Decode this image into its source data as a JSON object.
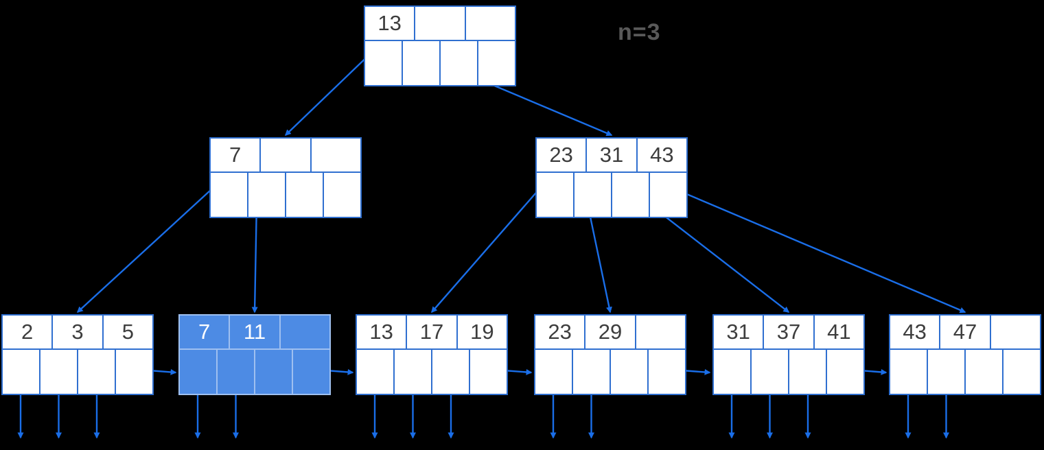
{
  "diagram": {
    "label": "n=3",
    "colors": {
      "background": "#000000",
      "node_fill": "#ffffff",
      "border": "#2f6fd0",
      "highlight": "#4d8be4",
      "arrow": "#1a6ee8",
      "key_text": "#3d3d3d",
      "highlight_text": "#ffffff",
      "label_text": "#595959"
    },
    "nodes": [
      {
        "id": "root",
        "keys": [
          "13",
          "",
          ""
        ],
        "highlight": false,
        "leaf": false
      },
      {
        "id": "internal-left",
        "keys": [
          "7",
          "",
          ""
        ],
        "highlight": false,
        "leaf": false
      },
      {
        "id": "internal-right",
        "keys": [
          "23",
          "31",
          "43"
        ],
        "highlight": false,
        "leaf": false
      },
      {
        "id": "leaf-1",
        "keys": [
          "2",
          "3",
          "5"
        ],
        "highlight": false,
        "leaf": true
      },
      {
        "id": "leaf-2",
        "keys": [
          "7",
          "11",
          ""
        ],
        "highlight": true,
        "leaf": true
      },
      {
        "id": "leaf-3",
        "keys": [
          "13",
          "17",
          "19"
        ],
        "highlight": false,
        "leaf": true
      },
      {
        "id": "leaf-4",
        "keys": [
          "23",
          "29",
          ""
        ],
        "highlight": false,
        "leaf": true
      },
      {
        "id": "leaf-5",
        "keys": [
          "31",
          "37",
          "41"
        ],
        "highlight": false,
        "leaf": true
      },
      {
        "id": "leaf-6",
        "keys": [
          "43",
          "47",
          ""
        ],
        "highlight": false,
        "leaf": true
      }
    ],
    "edges": [
      {
        "from": "root",
        "pointer": 0,
        "to": "internal-left",
        "kind": "tree"
      },
      {
        "from": "root",
        "pointer": 1,
        "to": "internal-right",
        "kind": "tree"
      },
      {
        "from": "internal-left",
        "pointer": 0,
        "to": "leaf-1",
        "kind": "tree"
      },
      {
        "from": "internal-left",
        "pointer": 1,
        "to": "leaf-2",
        "kind": "tree"
      },
      {
        "from": "internal-right",
        "pointer": 0,
        "to": "leaf-3",
        "kind": "tree"
      },
      {
        "from": "internal-right",
        "pointer": 1,
        "to": "leaf-4",
        "kind": "tree"
      },
      {
        "from": "internal-right",
        "pointer": 2,
        "to": "leaf-5",
        "kind": "tree"
      },
      {
        "from": "internal-right",
        "pointer": 3,
        "to": "leaf-6",
        "kind": "tree"
      },
      {
        "from": "leaf-1",
        "pointer": 3,
        "to": "leaf-2",
        "kind": "chain"
      },
      {
        "from": "leaf-2",
        "pointer": 3,
        "to": "leaf-3",
        "kind": "chain"
      },
      {
        "from": "leaf-3",
        "pointer": 3,
        "to": "leaf-4",
        "kind": "chain"
      },
      {
        "from": "leaf-4",
        "pointer": 3,
        "to": "leaf-5",
        "kind": "chain"
      },
      {
        "from": "leaf-5",
        "pointer": 3,
        "to": "leaf-6",
        "kind": "chain"
      }
    ]
  }
}
